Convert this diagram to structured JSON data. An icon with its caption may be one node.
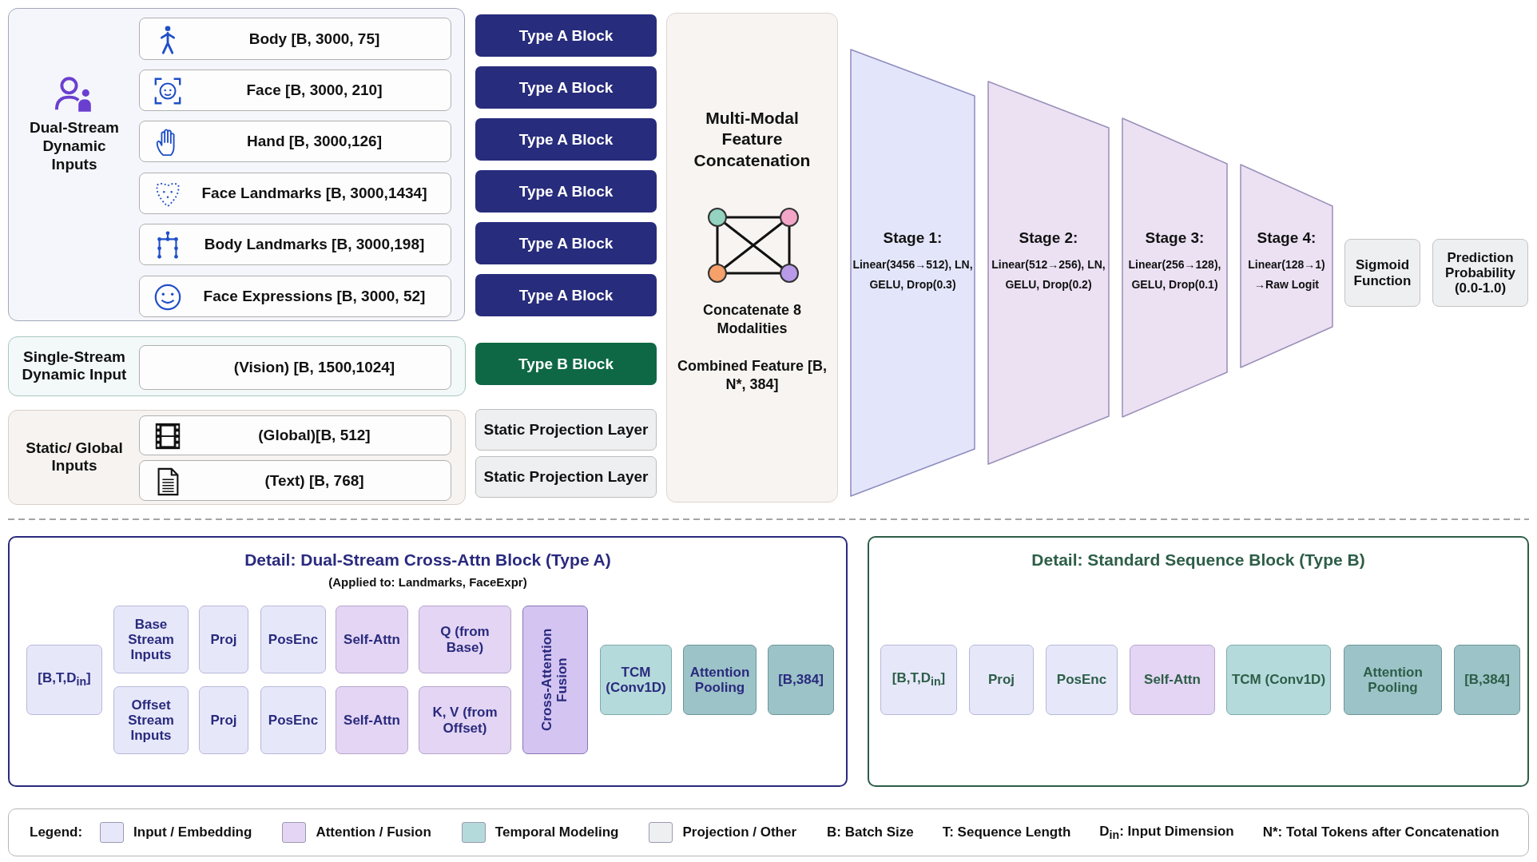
{
  "diagram": {
    "nodes": [
      {
        "text": [
          "Dual-Stream Dynamic Inputs"
        ]
      },
      {
        "text": [
          "Body [B, 3000, 75]"
        ],
        "in": 0
      },
      {
        "text": [
          "Face [B, 3000, 210]"
        ],
        "in": 0
      },
      {
        "text": [
          "Hand [B, 3000,126]"
        ],
        "in": 0
      },
      {
        "text": [
          "Face Landmarks [B, 3000,1434]"
        ],
        "in": 0
      },
      {
        "text": [
          "Body Landmarks [B, 3000,198]"
        ],
        "in": 0
      },
      {
        "text": [
          "Face Expressions [B, 3000, 52]"
        ],
        "in": 0
      },
      {
        "text": [
          "Single-Stream Dynamic Input"
        ]
      },
      {
        "text": [
          "(Vision) [B, 1500,1024]"
        ],
        "in": 7
      },
      {
        "text": [
          "Static/ Global Inputs"
        ]
      },
      {
        "text": [
          "(Global)[B, 512]"
        ],
        "in": 9
      },
      {
        "text": [
          "(Text) [B, 768]"
        ],
        "in": 9
      },
      {
        "text": [
          "Type A Block"
        ]
      },
      {
        "text": [
          "Type A Block"
        ]
      },
      {
        "text": [
          "Type A Block"
        ]
      },
      {
        "text": [
          "Type A Block"
        ]
      },
      {
        "text": [
          "Type A Block"
        ]
      },
      {
        "text": [
          "Type A Block"
        ]
      },
      {
        "text": [
          "Type B Block"
        ]
      },
      {
        "text": [
          "Static Projection Layer"
        ]
      },
      {
        "text": [
          "Static Projection Layer"
        ]
      },
      {
        "text": [
          "Multi-Modal Feature Concatenation",
          "Concatenate 8 Modalities",
          "Combined Feature [B, N*, 384]"
        ]
      },
      {
        "text": [
          "Stage 1:",
          "Linear(3456→512), LN, GELU, Drop(0.3)"
        ]
      },
      {
        "text": [
          "Stage 2:",
          "Linear(512→256), LN, GELU, Drop(0.2)"
        ]
      },
      {
        "text": [
          "Stage 3:",
          "Linear(256→128), GELU, Drop(0.1)"
        ]
      },
      {
        "text": [
          "Stage 4:",
          "Linear(128→1) →Raw Logit"
        ]
      },
      {
        "text": [
          "Sigmoid Function"
        ]
      },
      {
        "text": [
          "Prediction Probability (0.0-1.0)"
        ]
      },
      {
        "text": [
          "Detail: Dual-Stream Cross-Attn Block (Type A)",
          "(Applied to: Landmarks, FaceExpr)"
        ]
      },
      {
        "text": [
          "[B,T,D$_{in}$]"
        ],
        "in": 28
      },
      {
        "text": [
          "Base Stream Inputs"
        ],
        "in": 28
      },
      {
        "text": [
          "Proj"
        ],
        "in": 28
      },
      {
        "text": [
          "PosEnc"
        ],
        "in": 28
      },
      {
        "text": [
          "Self-Attn"
        ],
        "in": 28
      },
      {
        "text": [
          "Q (from Base)"
        ],
        "in": 28
      },
      {
        "text": [
          "Offset Stream Inputs"
        ],
        "in": 28
      },
      {
        "text": [
          "Proj"
        ],
        "in": 28
      },
      {
        "text": [
          "PosEnc"
        ],
        "in": 28
      },
      {
        "text": [
          "Self-Attn"
        ],
        "in": 28
      },
      {
        "text": [
          "K, V (from Offset)"
        ],
        "in": 28
      },
      {
        "text": [
          "Cross-Attention Fusion"
        ],
        "in": 28
      },
      {
        "text": [
          "TCM (Conv1D)"
        ],
        "in": 28
      },
      {
        "text": [
          "Attention Pooling"
        ],
        "in": 28
      },
      {
        "text": [
          "[B,384]"
        ],
        "in": 28
      },
      {
        "text": [
          "Detail: Standard Sequence Block (Type B)"
        ]
      },
      {
        "text": [
          "[B,T,D$_{in}$]"
        ],
        "in": 44
      },
      {
        "text": [
          "Proj"
        ],
        "in": 44
      },
      {
        "text": [
          "PosEnc"
        ],
        "in": 44
      },
      {
        "text": [
          "Self-Attn"
        ],
        "in": 44
      },
      {
        "text": [
          "TCM (Conv1D)"
        ],
        "in": 44
      },
      {
        "text": [
          "Attention Pooling"
        ],
        "in": 44
      },
      {
        "text": [
          "[B,384]"
        ],
        "in": 44
      }
    ],
    "edges": [],
    "labels": [
      "Legend:",
      "B: Batch Size",
      "T: Sequence Length",
      "D$_{in}$: Input Dimension",
      "N*: Total Tokens after Concatenation"
    ],
    "legend": [
      {
        "text": "Input / Embedding",
        "color": "#e6e8fa"
      },
      {
        "text": "Attention / Fusion",
        "color": "#e3d5f3"
      },
      {
        "text": "Temporal Modeling",
        "color": "#b5dadb"
      },
      {
        "text": "Projection / Other",
        "color": "#eeeff0"
      }
    ]
  }
}
